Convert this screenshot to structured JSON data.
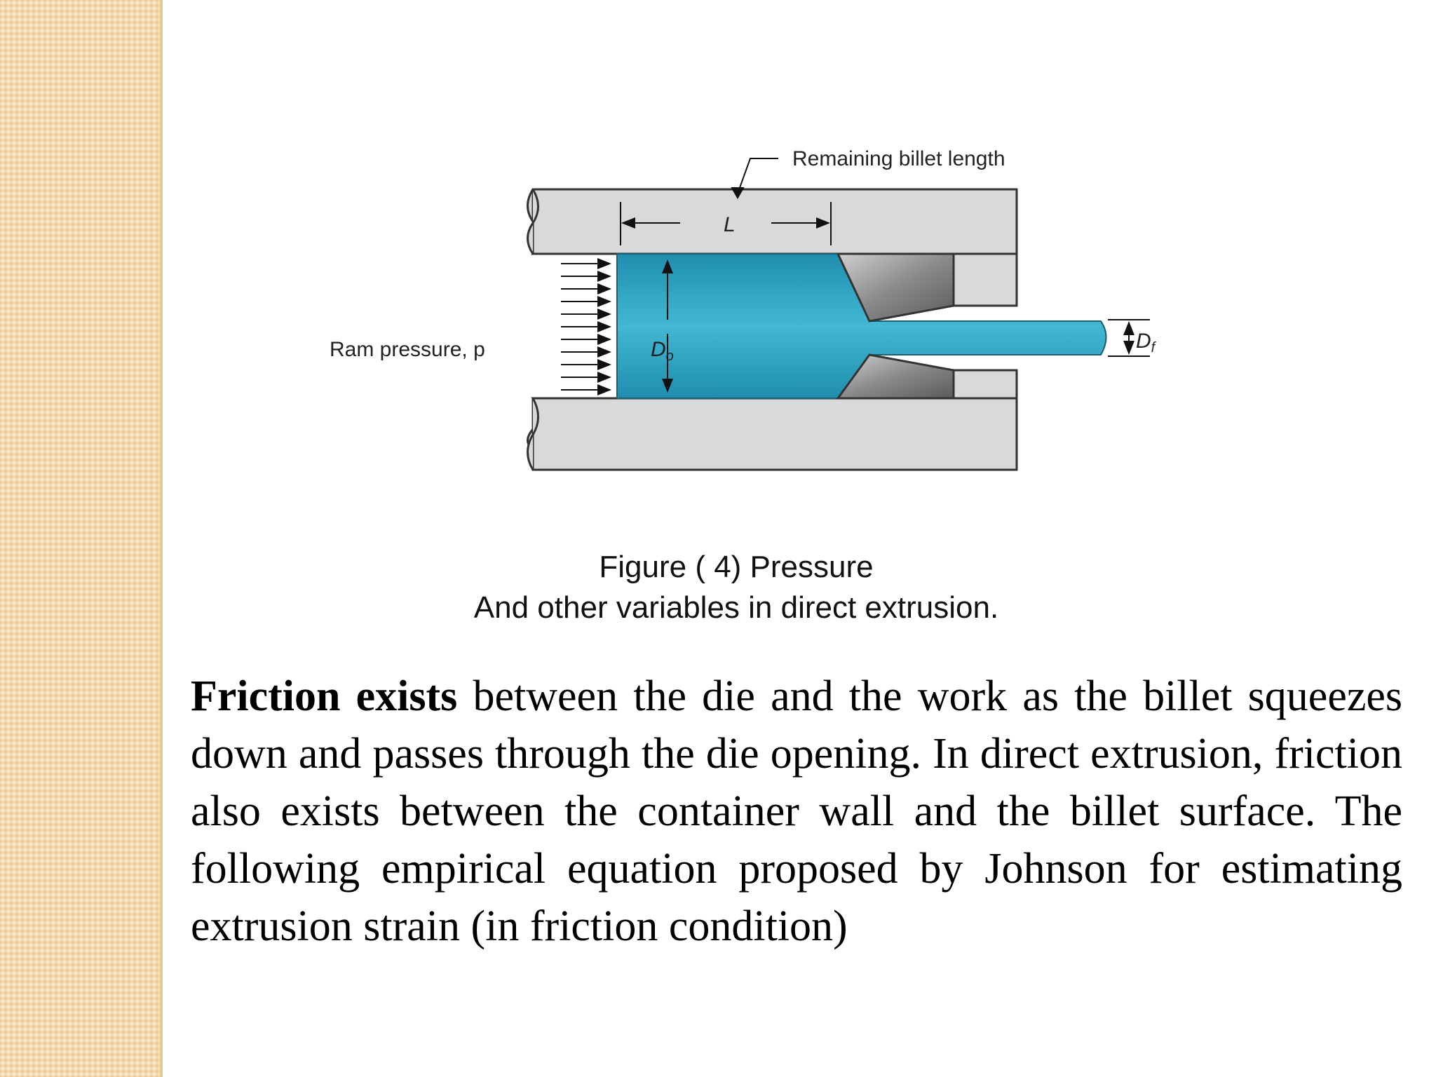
{
  "figure": {
    "remaining_label": "Remaining billet length",
    "length_symbol": "L",
    "ram_label": "Ram pressure, p",
    "d0_label": "D",
    "d0_sub": "o",
    "df_label": "D",
    "df_sub": "f"
  },
  "caption": {
    "line1": "Figure (    4) Pressure",
    "line2": "And other variables in direct extrusion."
  },
  "paragraph": {
    "bold_lead": "Friction exists",
    "text": " between the die and the work as the billet squeezes down and passes through the die opening. In direct extrusion, friction also exists between the container wall and the billet surface. The following empirical equation proposed by Johnson for estimating extrusion strain (in friction condition)"
  },
  "colors": {
    "billet": "#2aa3c2",
    "container": "#d9d9d9",
    "die": "#8c8c8c",
    "side_strip": "#f1d9ab"
  }
}
